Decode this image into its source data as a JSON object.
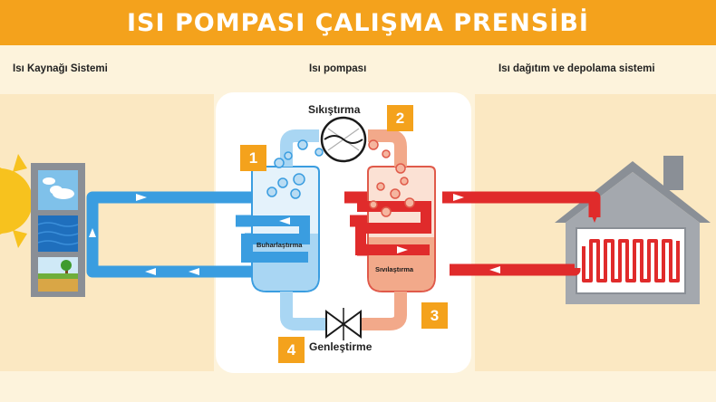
{
  "title": "ISI POMPASI ÇALIŞMA PRENSİBİ",
  "sections": {
    "source": "Isı Kaynağı Sistemi",
    "pump": "Isı pompası",
    "distribution": "Isı dağıtım ve depolama sistemi"
  },
  "steps": [
    {
      "number": "1",
      "label": ""
    },
    {
      "number": "2",
      "label": "Sıkıştırma"
    },
    {
      "number": "3",
      "label": ""
    },
    {
      "number": "4",
      "label": "Genleştirme"
    }
  ],
  "tanks": {
    "evaporator": "Buharlaştırma",
    "condenser": "Sıvılaştırma"
  },
  "colors": {
    "banner": "#f4a21c",
    "badge": "#f4a21c",
    "cold_pipe": "#3a9de0",
    "hot_pipe": "#e02b2b",
    "cold_tank": "#a9d6f3",
    "hot_tank": "#f2a98a",
    "panel": "#ffffff",
    "background": "#fdf3dc"
  },
  "icons": [
    "sun-icon",
    "house-icon",
    "compressor-icon",
    "expansion-valve-icon",
    "flow-arrow-icon",
    "heating-coil-icon",
    "tree-icon",
    "cloud-icon"
  ]
}
